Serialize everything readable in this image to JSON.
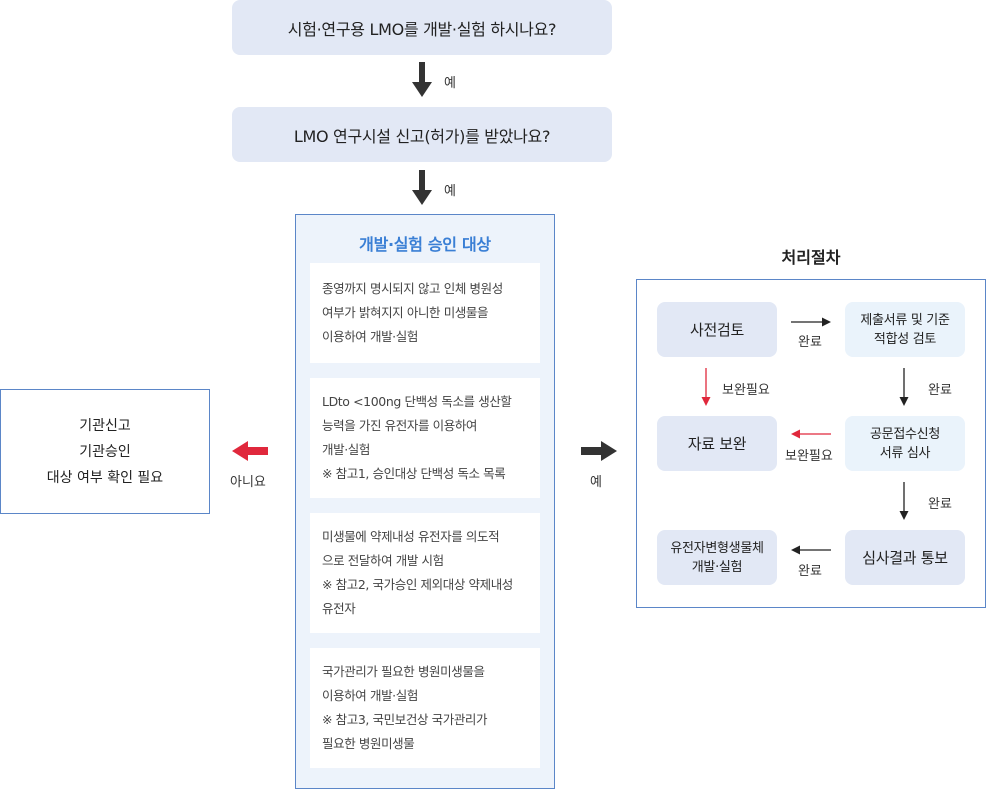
{
  "questions": {
    "q1": "시험·연구용 LMO를 개발·실험 하시나요?",
    "q2": "LMO 연구시설 신고(허가)를 받았나요?"
  },
  "yes_label": "예",
  "no_label": "아니요",
  "approval": {
    "title": "개발·실험 승인 대상",
    "items": [
      [
        "종영까지 명시되지 않고 인체 병원성",
        "여부가 밝혀지지 아니한 미생물을",
        "이용하여 개발·실험"
      ],
      [
        "LDto <100ng 단백성 독소를 생산할",
        "능력을 가진 유전자를 이용하여",
        "개발·실험",
        "※ 참고1, 승인대상 단백성 독소 목록"
      ],
      [
        "미생물에 약제내성 유전자를 의도적",
        "으로 전달하여 개발 시험",
        "※ 참고2, 국가승인 제외대상 약제내성",
        "유전자"
      ],
      [
        "국가관리가 필요한 병원미생물을",
        "이용하여 개발·실험",
        "※ 참고3, 국민보건상 국가관리가",
        "필요한 병원미생물"
      ]
    ]
  },
  "institution": {
    "lines": [
      "기관신고",
      "기관승인",
      "대상 여부 확인 필요"
    ]
  },
  "process": {
    "title": "처리절차",
    "steps": {
      "pre_review": "사전검토",
      "doc_check": [
        "제출서류 및 기준",
        "적합성 검토"
      ],
      "supplement": "자료 보완",
      "receipt": [
        "공문접수신청",
        "서류 심사"
      ],
      "develop": [
        "유전자변형생물체",
        "개발·실험"
      ],
      "result": "심사결과 통보"
    },
    "labels": {
      "complete": "완료",
      "supplement_needed": "보완필요"
    }
  },
  "colors": {
    "accent_blue": "#3a7fd5",
    "border_blue": "#5b86c8",
    "box_fill": "#e2e8f5",
    "alert_red": "#e0283c",
    "arrow_dark": "#333333"
  }
}
